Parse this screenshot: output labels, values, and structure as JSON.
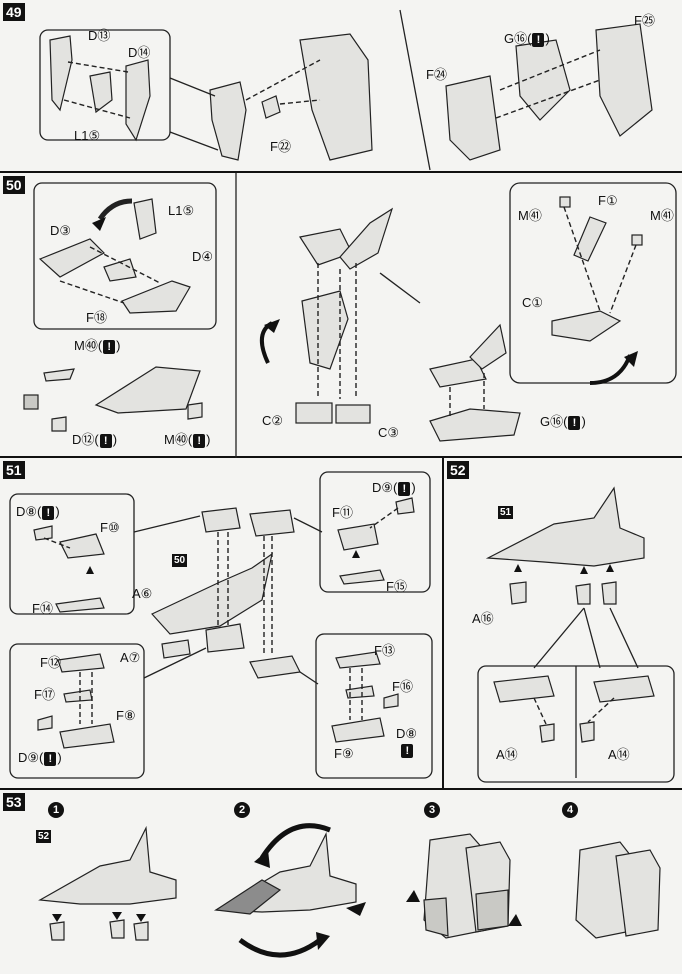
{
  "steps": [
    {
      "number": "49",
      "labels": [
        {
          "text": "D⑬"
        },
        {
          "text": "D⑭"
        },
        {
          "text": "L1⑤"
        },
        {
          "text": "F㉒"
        },
        {
          "text": "G⑯(",
          "warn": true
        },
        {
          "text": "F㉕"
        },
        {
          "text": "F㉔"
        }
      ]
    },
    {
      "number": "50",
      "labels": [
        {
          "text": "L1⑤"
        },
        {
          "text": "D③"
        },
        {
          "text": "D④"
        },
        {
          "text": "F⑱"
        },
        {
          "text": "M㊵(",
          "warn": true
        },
        {
          "text": "D⑫(",
          "warn": true
        },
        {
          "text": "M㊵(",
          "warn": true
        },
        {
          "text": "C②"
        },
        {
          "text": "C③"
        },
        {
          "text": "M㊶"
        },
        {
          "text": "F①"
        },
        {
          "text": "M㊶"
        },
        {
          "text": "C①"
        },
        {
          "text": "G⑯(",
          "warn": true
        }
      ]
    },
    {
      "number": "51",
      "labels": [
        {
          "text": "D⑧(",
          "warn": true
        },
        {
          "text": "F⑩"
        },
        {
          "text": "F⑭"
        },
        {
          "text": "A⑥"
        },
        {
          "text": "A⑦"
        },
        {
          "text": "D⑨(",
          "warn": true
        },
        {
          "text": "F⑪"
        },
        {
          "text": "F⑮"
        },
        {
          "text": "F⑫"
        },
        {
          "text": "F⑰"
        },
        {
          "text": "F⑧"
        },
        {
          "text": "D⑨(",
          "warn": true
        },
        {
          "text": "F⑬"
        },
        {
          "text": "F⑯"
        },
        {
          "text": "F⑨"
        },
        {
          "text": "D⑧"
        }
      ],
      "ref": "50"
    },
    {
      "number": "52",
      "labels": [
        {
          "text": "A⑯"
        },
        {
          "text": "A⑭"
        },
        {
          "text": "A⑭"
        }
      ],
      "ref": "51"
    },
    {
      "number": "53",
      "substeps": [
        "1",
        "2",
        "3",
        "4"
      ],
      "ref": "52"
    }
  ],
  "warn_glyph": "!",
  "close_paren": ")"
}
